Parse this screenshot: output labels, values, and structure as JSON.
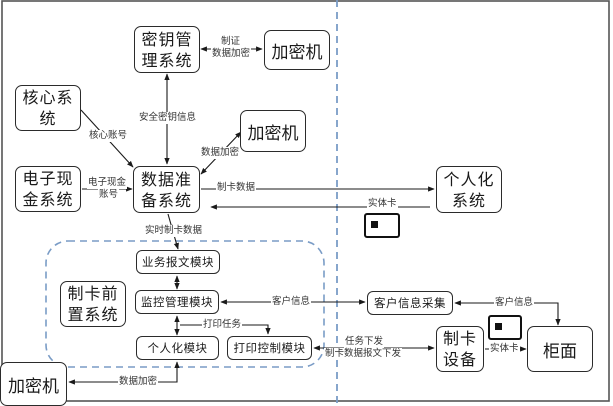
{
  "diagram": {
    "nodes": {
      "key_mgmt": "密钥管理系统",
      "hsm_top": "加密机",
      "core_system": "核心系统",
      "hsm_mid": "加密机",
      "ecash_system": "电子现金系统",
      "data_prep": "数据准备系统",
      "personalization_system": "个人化系统",
      "front_system": "制卡前置系统",
      "msg_module": "业务报文模块",
      "monitor_module": "监控管理模块",
      "personalization_module": "个人化模块",
      "print_module": "打印控制模块",
      "hsm_bottom": "加密机",
      "customer_info_collect": "客户信息采集",
      "card_device": "制卡设备",
      "counter": "柜面"
    },
    "edges": {
      "cert_encrypt_1": "制证",
      "cert_encrypt_2": "数据加密",
      "secure_key_info": "安全密钥信息",
      "core_account": "核心账号",
      "data_encrypt_mid": "数据加密",
      "ecash_account_1": "电子现金",
      "ecash_account_2": "账号",
      "card_data": "制卡数据",
      "physical_card_top": "实体卡",
      "realtime_card_data": "实时制卡数据",
      "print_task": "打印任务",
      "customer_info_left": "客户信息",
      "customer_info_right": "客户信息",
      "task_dispatch_1": "任务下发",
      "task_dispatch_2": "制卡数据报文下发",
      "physical_card_bottom": "实体卡",
      "data_encrypt_bottom": "数据加密"
    },
    "icons": {
      "card_top": "smart-card-icon",
      "card_bottom": "smart-card-icon"
    },
    "colors": {
      "line": "#1a1a1a",
      "border": "#2b2b2b",
      "dashed_boundary": "#7a9cc6",
      "frame": "#555555"
    }
  }
}
